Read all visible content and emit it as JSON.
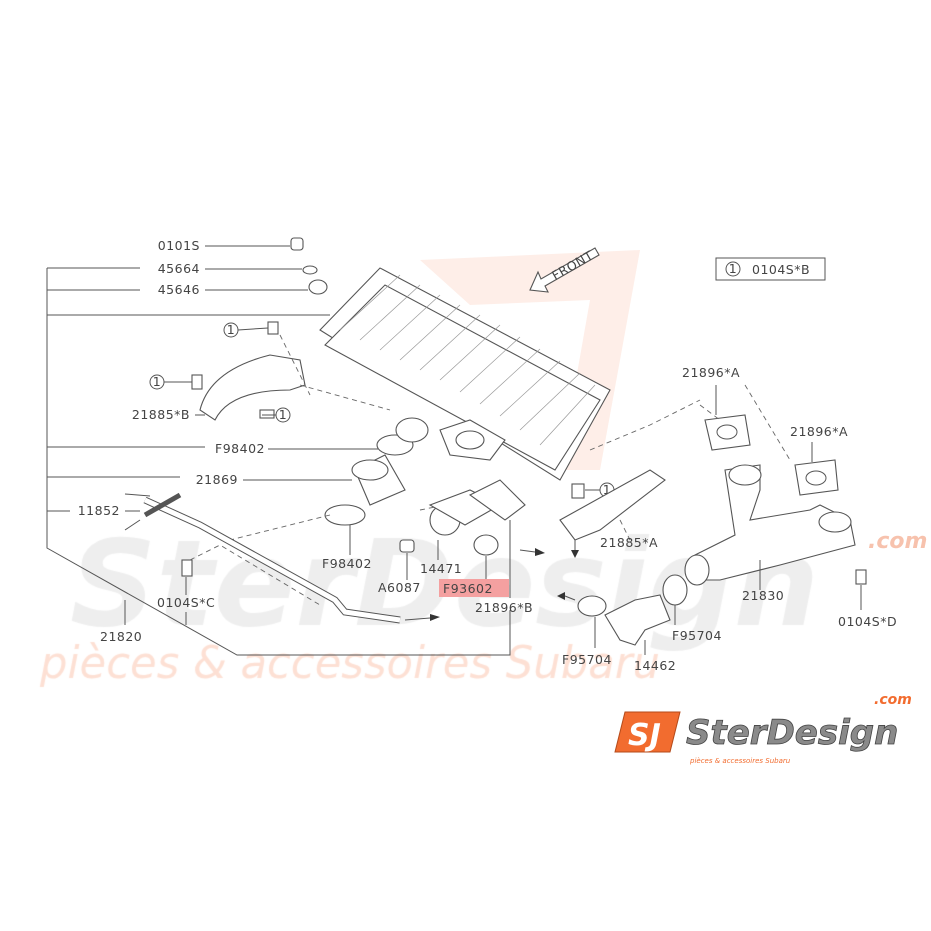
{
  "watermark": {
    "brand": "SterDesign",
    "tagline": "pièces & accessoires Subaru",
    "domain": ".com",
    "color_orange": "#f26c2f",
    "color_gray": "#e8e8e8"
  },
  "legend": {
    "symbol": "1",
    "code": "0104S*B"
  },
  "front_label": "FRONT",
  "callout_symbol": "1",
  "labels": {
    "l0101s": "0101S",
    "l45664": "45664",
    "l45646": "45646",
    "l21885b": "21885*B",
    "lf98402a": "F98402",
    "l21869": "21869",
    "l11852": "11852",
    "lf98402b": "F98402",
    "l14471": "14471",
    "la6087": "A6087",
    "lf93602": "F93602",
    "l21896b": "21896*B",
    "l0104sc": "0104S*C",
    "l21820": "21820",
    "l21896a1": "21896*A",
    "l21896a2": "21896*A",
    "l21885a": "21885*A",
    "l21830": "21830",
    "lf95704a": "F95704",
    "lf95704b": "F95704",
    "l14462": "14462",
    "l0104sd": "0104S*D"
  },
  "highlight_color": "#f4a0a0",
  "logo": {
    "letters": "SJ",
    "name": "SterDesign",
    "domain": ".com",
    "tagline": "pièces & accessoires Subaru"
  }
}
